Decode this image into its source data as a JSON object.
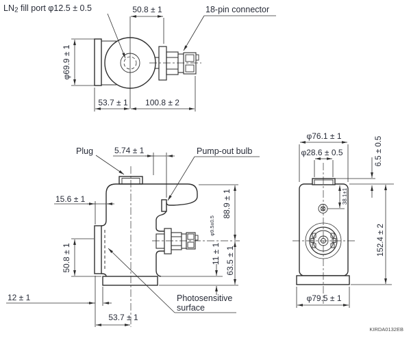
{
  "colors": {
    "ink": "#262a36",
    "line": "#2e2e2e",
    "background": "#ffffff"
  },
  "drawing_code": "KIRDA0132EB",
  "top_view": {
    "fill_port_label": {
      "prefix": "LN",
      "sub": "2",
      "rest": " fill port φ12.5 ± 0.5"
    },
    "connector_label": "18-pin connector",
    "dims": {
      "body_diameter": "φ69.9 ± 1",
      "top_width": "50.8 ± 1",
      "left_width": "53.7 ± 1",
      "right_width": "100.8 ± 2"
    }
  },
  "side_view": {
    "plug_label": "Plug",
    "bulb_label": "Pump-out bulb",
    "surface_label_line1": "Photosensitive",
    "surface_label_line2": "surface",
    "dims": {
      "plug_offset": "5.74 ± 1",
      "window_inset": "15.6 ± 1",
      "window_height": "50.8 ± 1",
      "base_inset": "12 ± 1",
      "base_width": "53.7 ± 1",
      "upper_height": "88.9 ± 1",
      "bulb_diameter": "φ9.5±0.5",
      "flange_thickness": "11 ± 1",
      "lower_height": "63.5 ± 1"
    }
  },
  "front_view": {
    "dims": {
      "body_diameter": "φ76.1 ± 1",
      "plug_diameter": "φ28.6 ± 0.5",
      "plug_height": "6.5 ± 0.5",
      "screw_offset": "38.1±1",
      "total_height": "152.4 ± 2",
      "flange_diameter": "φ79.5 ± 1"
    }
  }
}
